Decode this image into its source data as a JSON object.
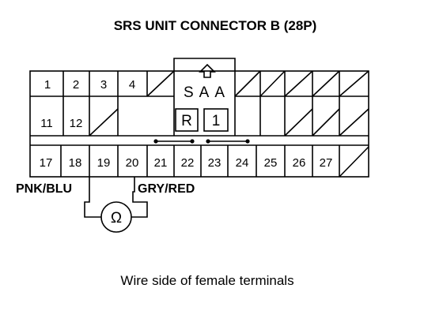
{
  "title": "SRS UNIT CONNECTOR B (28P)",
  "caption": "Wire side of female terminals",
  "connector": {
    "center_label": "SAA",
    "box_labels": [
      "R",
      "1"
    ],
    "row1_pins": [
      "1",
      "2",
      "3",
      "4"
    ],
    "row2_pins": [
      "11",
      "12"
    ],
    "row3_pins": [
      "17",
      "18",
      "19",
      "20",
      "21",
      "22",
      "23",
      "24",
      "25",
      "26",
      "27"
    ]
  },
  "wires": {
    "left_label": "PNK/BLU",
    "right_label": "GRY/RED"
  },
  "meter": {
    "symbol": "Ω",
    "icon": "ohmmeter-icon"
  },
  "colors": {
    "line": "#000000",
    "background": "#ffffff"
  }
}
